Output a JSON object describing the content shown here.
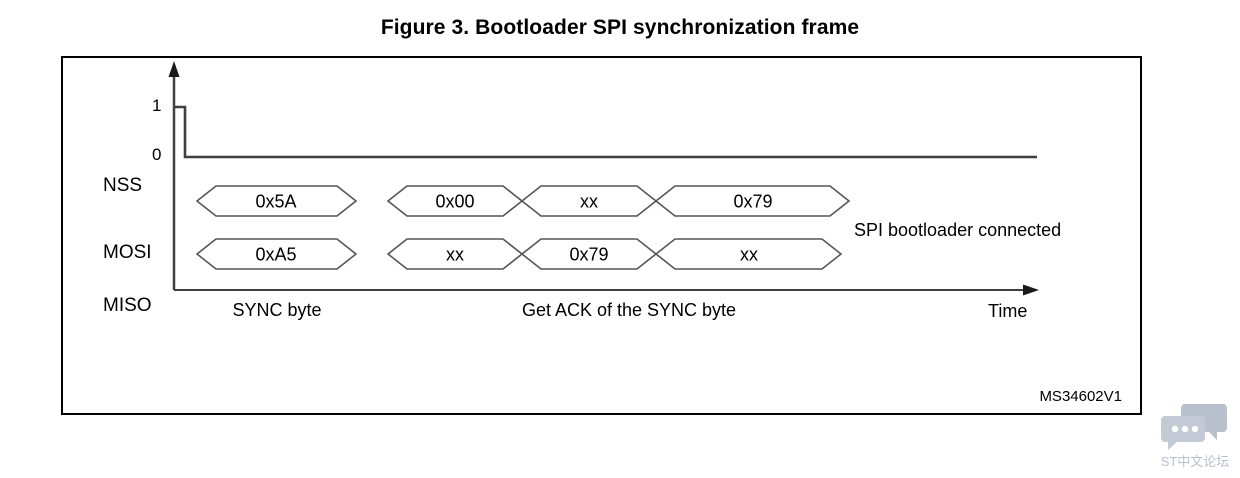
{
  "figure": {
    "title": "Figure 3. Bootloader SPI synchronization frame",
    "doc_id": "MS34602V1"
  },
  "axes": {
    "time_label": "Time",
    "levels": {
      "high": "1",
      "low": "0"
    }
  },
  "signals": [
    {
      "name": "NSS",
      "label": "NSS"
    },
    {
      "name": "MOSI",
      "label": "MOSI"
    },
    {
      "name": "MISO",
      "label": "MISO"
    }
  ],
  "mosi_bytes": [
    {
      "value": "0x5A",
      "group": 1
    },
    {
      "value": "0x00",
      "group": 2
    },
    {
      "value": "xx",
      "group": 2
    },
    {
      "value": "0x79",
      "group": 2
    }
  ],
  "miso_bytes": [
    {
      "value": "0xA5",
      "group": 1
    },
    {
      "value": "xx",
      "group": 2
    },
    {
      "value": "0x79",
      "group": 2
    },
    {
      "value": "xx",
      "group": 2
    }
  ],
  "captions": [
    {
      "text": "SYNC byte"
    },
    {
      "text": "Get ACK of the SYNC byte"
    }
  ],
  "annotations": [
    {
      "text": "SPI bootloader connected"
    }
  ],
  "watermark": {
    "label": "ST中文论坛",
    "color": "#b8c0ce"
  },
  "colors": {
    "frame": "#000000",
    "signal_line": "#404040",
    "hexagon_outline": "#555555",
    "text": "#000000"
  }
}
